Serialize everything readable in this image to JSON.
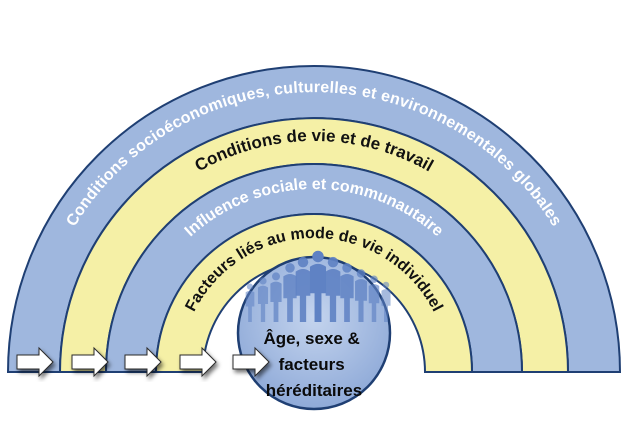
{
  "layers": [
    {
      "id": "socioeconomic",
      "label": "Conditions socioéconomiques, culturelles et environnementales globales",
      "color": "#9fb7de",
      "text_color": "#ffffff"
    },
    {
      "id": "living",
      "label": "Conditions de vie et de travail",
      "color": "#f5f0a6",
      "text_color": "#111111"
    },
    {
      "id": "social",
      "label": "Influence sociale et communautaire",
      "color": "#9fb7de",
      "text_color": "#ffffff"
    },
    {
      "id": "lifestyle",
      "label": "Facteurs liés au mode de vie individuel",
      "color": "#f5f0a6",
      "text_color": "#111111"
    }
  ],
  "core": {
    "lines": [
      "Âge, sexe &",
      "facteurs",
      "héréditaires"
    ],
    "color": "#a7bde2"
  },
  "colors": {
    "outline": "#1f3f73",
    "people": "#5f82c4",
    "arrow_fill": "#ffffff",
    "arrow_stroke": "#2a2a2a"
  },
  "icons": [
    "people-silhouettes-icon",
    "arrow-right-icon"
  ]
}
